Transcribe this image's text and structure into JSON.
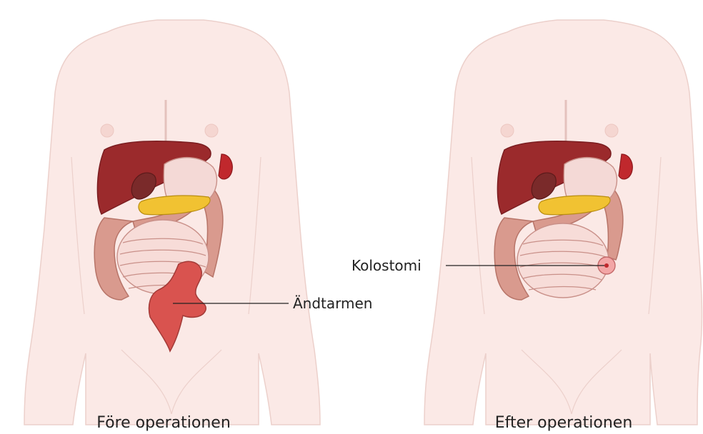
{
  "figure": {
    "panels": [
      {
        "caption": "Före operationen"
      },
      {
        "caption": "Efter operationen"
      }
    ],
    "labels": {
      "rectum": "Ändtarmen",
      "colostomy": "Kolostomi"
    },
    "colors": {
      "skin": "#fbe9e6",
      "skin_outline": "#ecd0cb",
      "liver": "#9b2a2c",
      "liver_shadow": "#7a1d20",
      "stomach": "#f4d9d6",
      "pancreas": "#f1c232",
      "colon": "#d99a8e",
      "small_intestine": "#f7dcd8",
      "rectum": "#d9534f",
      "stoma": "#f3a6a6",
      "spleen": "#c0282d",
      "leader_line": "#222222"
    }
  }
}
